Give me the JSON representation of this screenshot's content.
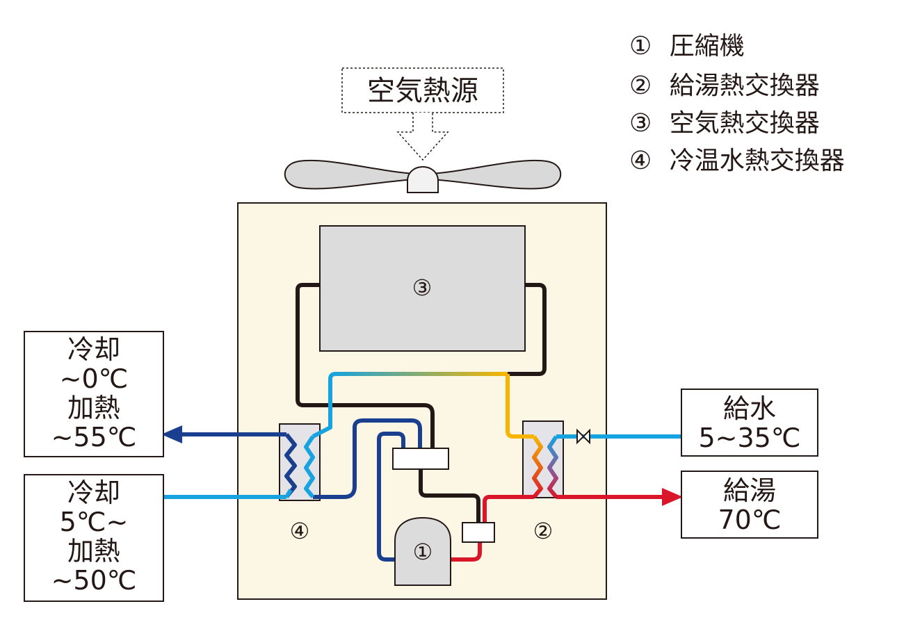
{
  "legend": {
    "items": [
      {
        "marker": "①",
        "label": "圧縮機"
      },
      {
        "marker": "②",
        "label": "給湯熱交換器"
      },
      {
        "marker": "③",
        "label": "空気熱交換器"
      },
      {
        "marker": "④",
        "label": "冷温水熱交換器"
      }
    ]
  },
  "heat_source": {
    "label": "空気熱源"
  },
  "components": {
    "compressor": "①",
    "hot_water_hx": "②",
    "air_hx": "③",
    "chilled_hot_water_hx": "④"
  },
  "boxes": {
    "outlet": {
      "line1": "冷却",
      "line2": "~0℃",
      "line3": "加熱",
      "line4": "~55℃"
    },
    "inlet": {
      "line1": "冷却",
      "line2": "5℃~",
      "line3": "加熱",
      "line4": "~50℃"
    },
    "supply_water": {
      "line1": "給水",
      "line2": "5~35℃"
    },
    "hot_water": {
      "line1": "給湯",
      "line2": "70℃"
    }
  },
  "colors": {
    "cabinet": "#fbf7e4",
    "dark_blue": "#1b3f8f",
    "light_blue": "#16a3e0",
    "red": "#d9162a",
    "yellow": "#f7b500",
    "black": "#231815",
    "gray_fill": "#dddcdc"
  }
}
